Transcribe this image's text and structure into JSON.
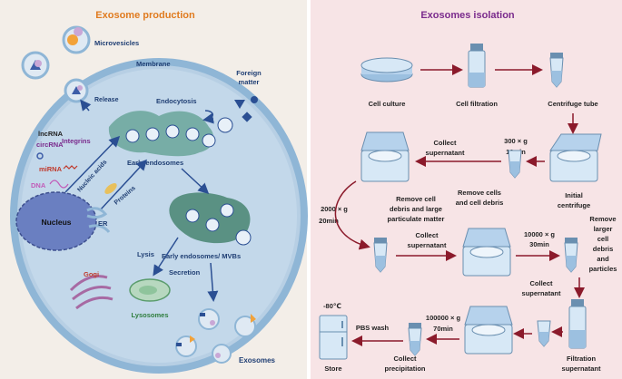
{
  "left_panel": {
    "title": "Exosome production",
    "labels": {
      "microvesicles": "Microvesicles",
      "membrane": "Membrane",
      "foreign_matter_1": "Foreign",
      "foreign_matter_2": "matter",
      "release": "Release",
      "endocytosis": "Endocytosis",
      "lncrna": "lncRNA",
      "integrins": "Integrins",
      "circrna": "circRNA",
      "mirna": "miRNA",
      "dna": "DNA",
      "nucleic_acids": "Nucleic acids",
      "early_endosomes": "Early endosomes",
      "proteins": "Proteins",
      "nucleus": "Nucleus",
      "er": "ER",
      "lysis": "Lysis",
      "early_endosomes_mvbs": "Early endosomes/ MVBs",
      "secretion": "Secretion",
      "gogi": "Gogi",
      "lysosomes": "Lysosomes",
      "exosomes": "Exosomes"
    }
  },
  "right_panel": {
    "title": "Exosomes isolation",
    "labels": {
      "cell_culture": "Cell culture",
      "cell_filtration": "Cell filtration",
      "centrifuge_tube": "Centrifuge tube",
      "collect_supernatant_1a": "Collect",
      "collect_supernatant_1b": "supernatant",
      "g300": "300 × g",
      "min10": "10min",
      "remove_cells_1": "Remove cells",
      "remove_cells_2": "and cell debris",
      "initial_centrifuge_1": "Initial",
      "initial_centrifuge_2": "centrifuge",
      "g2000": "2000 × g",
      "min20": "20min",
      "remove_debris_1": "Remove cell",
      "remove_debris_2": "debris and large",
      "remove_debris_3": "particulate matter",
      "collect_supernatant_2a": "Collect",
      "collect_supernatant_2b": "supernatant",
      "g10000": "10000 × g",
      "min30": "30min",
      "remove_larger_1": "Remove",
      "remove_larger_2": "larger",
      "remove_larger_3": "cell",
      "remove_larger_4": "debris",
      "remove_larger_5": "and",
      "remove_larger_6": "particles",
      "collect_supernatant_3a": "Collect",
      "collect_supernatant_3b": "supernatant",
      "minus80": "-80℃",
      "pbs_wash": "PBS wash",
      "g100000": "100000 × g",
      "min70": "70min",
      "store": "Store",
      "collect_precip_1": "Collect",
      "collect_precip_2": "precipitation",
      "filtration_supernatant_1": "Filtration",
      "filtration_supernatant_2": "supernatant"
    }
  },
  "colors": {
    "left_bg": "#f3eee8",
    "right_bg": "#f7e4e6",
    "left_title": "#e07b1f",
    "right_title": "#7a2a8c",
    "arrow_red": "#8b1a2b",
    "arrow_blue": "#2b4f93",
    "cell_fill": "#bcd3e6",
    "cell_border": "#8fb6d6",
    "nucleus": "#6a7fc1",
    "endosome": "#5a9c8c",
    "label_blue": "#1f3e73"
  }
}
